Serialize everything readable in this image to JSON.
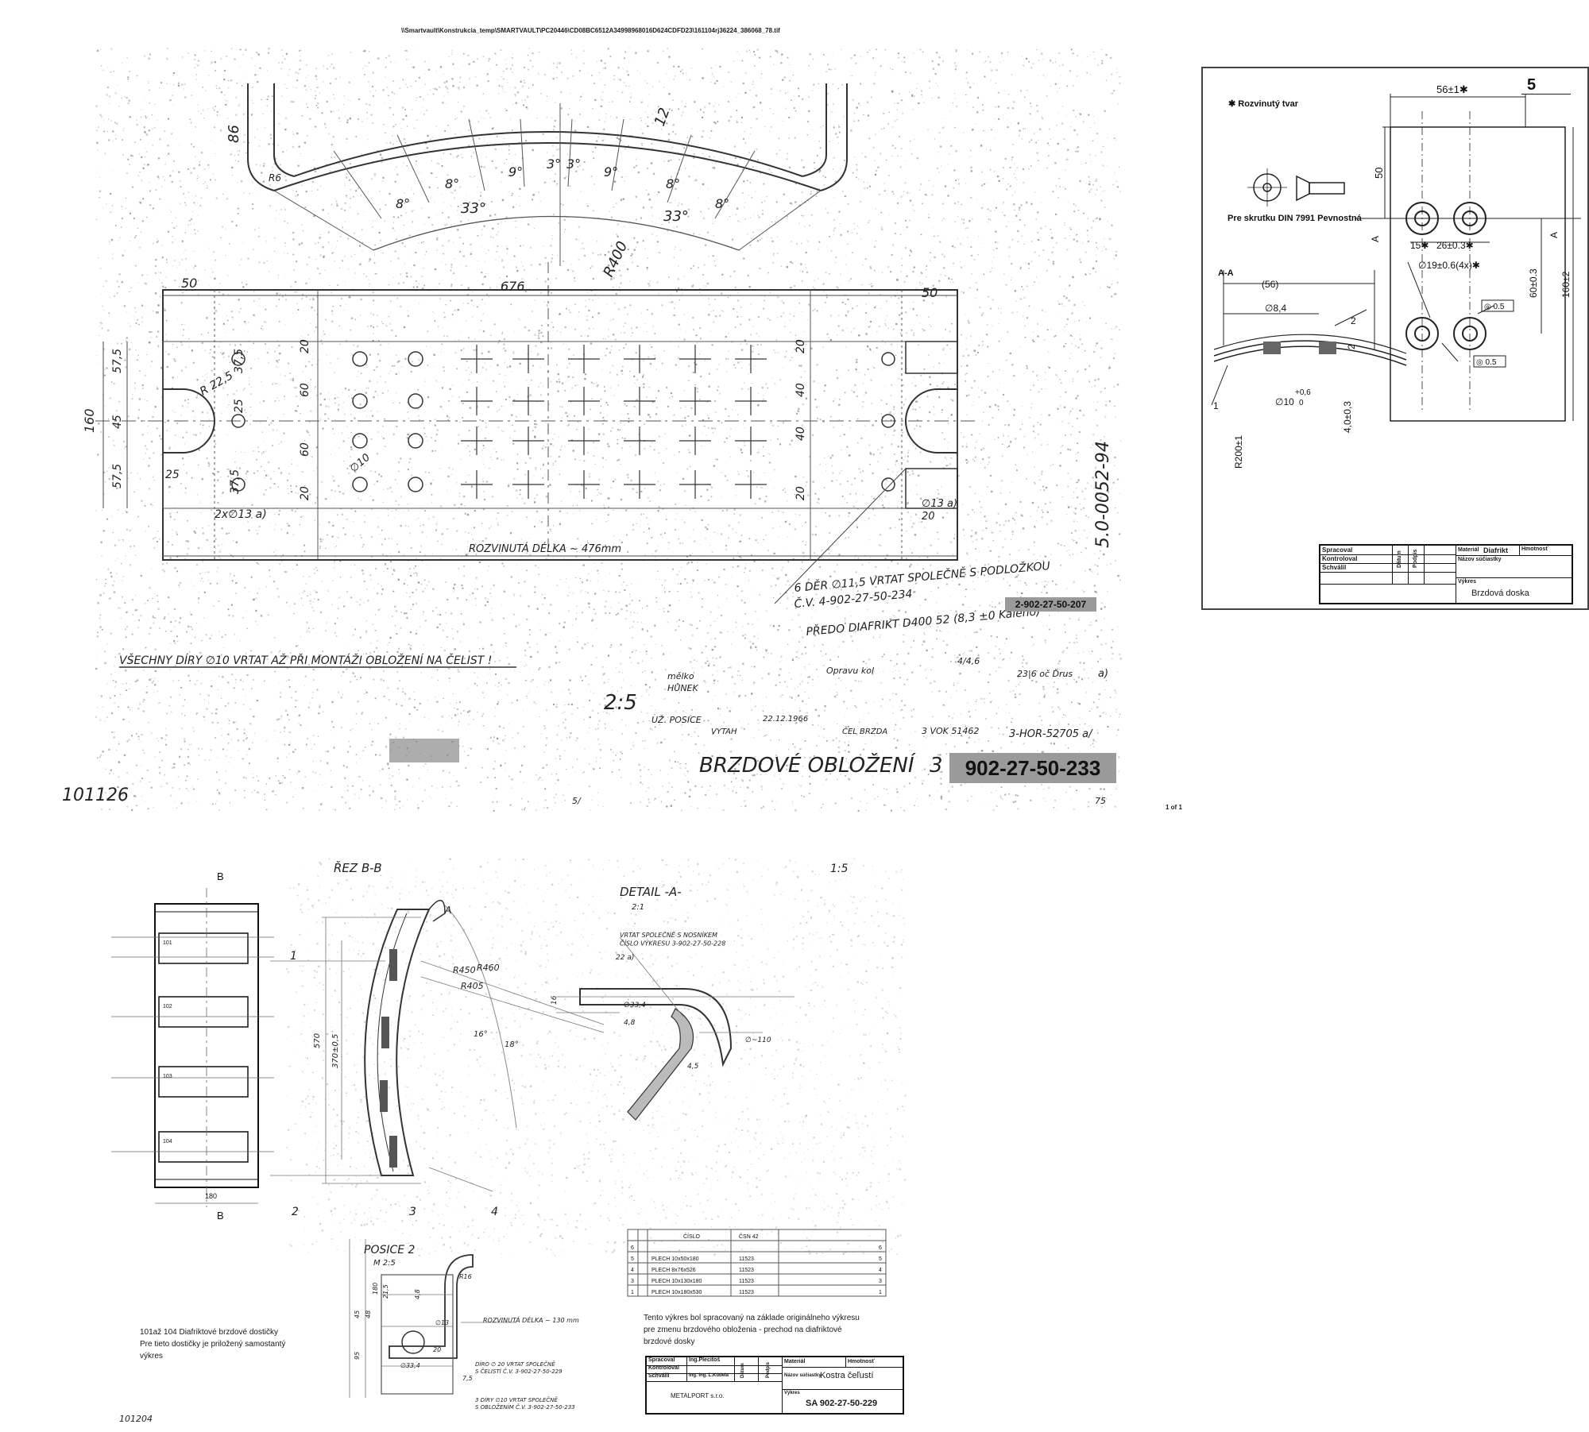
{
  "path_header": "\\\\Smartvault\\Konstrukcia_temp\\SMARTVAULT\\PC20446\\CD08BC6512A34998968016D624CDFD23\\161104rj36224_386068_78.tif",
  "page_counter": "1 of 1",
  "top_drawing": {
    "title": "BRZDOVÉ OBLOŽENÍ",
    "number": "902-27-50-233",
    "number_prefix": "3",
    "side_number": "5.0-0052-94",
    "scale": "2:5",
    "corner_number": "101126",
    "sheet_mark": "75",
    "developed_length": "ROZVINUTÁ DÉLKA ~ 476mm",
    "general_note": "VŠECHNY DÍRY ∅10 VRTAT AŽ PŘI MONTÁŽI OBLOŽENÍ NA ČELIST !",
    "hole_note": "6 DĚR ∅11,5 VRTAT SPOLEČNĚ S PODLOŽKOU",
    "hole_ref": "Č.V. 4-902-27-50-234",
    "stamp_ref": "2-902-27-50-207",
    "material_note": "PŘEDO DIAFRIKT D400 52 (8,3 ±0 Kaleno)",
    "dims": {
      "top_left": "86",
      "top_r": "R6",
      "ang8a": "8°",
      "ang8b": "8°",
      "ang9a": "9°",
      "ang3a": "3°",
      "ang3b": "3°",
      "ang9b": "9°",
      "ang8c": "8°",
      "ang8d": "8°",
      "ang33a": "33°",
      "ang33b": "33°",
      "twelve": "12",
      "r400": "R400",
      "w50a": "50",
      "w676": "676",
      "w50b": "50",
      "h160": "160",
      "h575a": "57,5",
      "h45": "45",
      "h575b": "57,5",
      "r225": "R 22,5",
      "h375a": "37,5",
      "h25": "25",
      "h375b": "37,5",
      "w25": "25",
      "holes_left": "2x∅13 a)",
      "d20a": "20",
      "d60a": "60",
      "d60b": "60",
      "d20b": "20",
      "d20c": "20",
      "d40a": "40",
      "d40b": "40",
      "d20d": "20",
      "d10": "∅10",
      "holes_right": "∅13 a)",
      "d20e": "20"
    },
    "handwritten": {
      "a": "mělko",
      "b": "HŮNEK",
      "c": "Opravu kol",
      "d": "4/4,6",
      "e": "23|6 oč Ďrus",
      "f": "a)",
      "g": "UŽ. POSICE",
      "h": "22.12.1966",
      "i": "VYTAH",
      "j": "ČEL BRZDA",
      "k": "3 VOK 51462",
      "l": "3-HOR-52705 a/",
      "m": "5/"
    }
  },
  "right_drawing": {
    "rozvinuty": "✱ Rozvinutý tvar",
    "screw_label": "Pre skrutku DIN 7991 Pevnostná",
    "section": "A-A",
    "dims": {
      "w56": "56±1✱",
      "five": "5",
      "h50": "50",
      "a1": "A",
      "a2": "A",
      "w15": "15✱",
      "w26": "26±0.3✱",
      "holes": "∅19±0.6(4x)✱",
      "h60": "60±0.3",
      "h160": "160±2",
      "tol1": "◎ 0.5",
      "tol2": "◎ 0.5",
      "d56": "(56)",
      "d84": "∅8,4",
      "two1": "2",
      "two2": "2",
      "d10": "∅10",
      "tol3": "+0,6",
      "tol4": "0",
      "h4": "4,0±0,3",
      "one": "1",
      "r200": "R200±1"
    },
    "title_block": {
      "spracoval": "Spracoval",
      "kontroloval": "Kontroloval",
      "schvalil": "Schválil",
      "datum": "Dátum",
      "podpis": "Podpis",
      "material_label": "Materiál",
      "material": "Diafrikt",
      "hmotnost": "Hmotnosť",
      "nazov_label": "Názov súčiastky",
      "vykres_label": "Výkres",
      "vykres": "Brzdová doska"
    }
  },
  "bottom_drawing": {
    "b_top": "B",
    "b_bottom": "B",
    "w180": "180",
    "plates": [
      "101",
      "102",
      "103",
      "104"
    ],
    "rez": "ŘEZ B-B",
    "detail": "DETAIL -A-",
    "detail_scale": "2:1",
    "corner_scale": "1:5",
    "posice": "POSICE 2",
    "posice_sub": "M 2:5",
    "leaders": {
      "one": "1",
      "two": "2",
      "three": "3",
      "four": "4",
      "a": "A"
    },
    "dims": {
      "h570": "570",
      "h370": "370±0,5",
      "r450": "R450",
      "r460": "R460",
      "r405": "R405",
      "a16": "16°",
      "a18": "18°",
      "d16": "16",
      "d22": "22 a)",
      "d334": "∅33,4",
      "d48": "4,8",
      "d45": "4,5",
      "d110": "∅~110",
      "p_r16": "R16",
      "p_d180": "180",
      "p_d215": "21,5",
      "p_d48": "4,8",
      "p_d45": "45",
      "p_d48b": "48",
      "p_d95": "95",
      "p_d334": "∅33,4",
      "p_d13": "∅13",
      "p_d20": "20",
      "p_d75": "7,5"
    },
    "detail_note": "VRTAT SPOLEČNĚ S NOSNÍKEM\nČÍSLO VÝKRESU 3-902-27-50-228",
    "posice_length": "ROZVINUTÁ DÉLKA ~ 130 mm",
    "posice_note1": "DÍRO ∅ 20 VRTAT SPOLEČNĚ\nS ČELISTÍ Č.V. 3-902-27-50-229",
    "posice_note2": "3 DÍRY ∅10 VRTAT SPOLEČNĚ\nS OBLOŽENÍM Č.V. 3-902-27-50-233",
    "corner_number": "101204",
    "left_note": "101až 104 Diafriktové brzdové dostičky\nPre tieto dostičky je priložený samostantý\nvýkres",
    "mid_note": "Tento výkres bol spracovaný  na základe originálneho výkresu\npre zmenu brzdového obloženia - prechod na diafriktové\nbrzdové dosky",
    "bom": [
      {
        "pos": "6",
        "name": "",
        "mat": "",
        "qty": "6"
      },
      {
        "pos": "5",
        "name": "PLECH 10x50x180",
        "mat": "11523",
        "qty": "5"
      },
      {
        "pos": "4",
        "name": "PLECH 8x76x526",
        "mat": "11523",
        "qty": "4"
      },
      {
        "pos": "3",
        "name": "PLECH 10x130x180",
        "mat": "11523",
        "qty": "3"
      },
      {
        "pos": "1",
        "name": "PLECH 10x180x530",
        "mat": "11523",
        "qty": "1"
      }
    ],
    "bom_header": "ČÍSLO",
    "bom_header2": "ČSN 42",
    "title_block": {
      "spracoval": "Spracoval",
      "spracoval_name": "Ing.Plecitoš",
      "kontroloval": "Kontroloval",
      "schvalil": "Schválil",
      "schvalil_name": "Ing. Ing. Ľ.Kúdela",
      "datum": "Dátum",
      "podpis": "Podpis",
      "material_label": "Materiál",
      "hmotnost": "Hmotnosť",
      "nazov_label": "Názov súčiastky",
      "nazov": "Kostra čeľustí",
      "vykres_label": "Výkres",
      "vykres": "SA 902-27-50-229",
      "company": "METALPORT s.r.o."
    }
  }
}
